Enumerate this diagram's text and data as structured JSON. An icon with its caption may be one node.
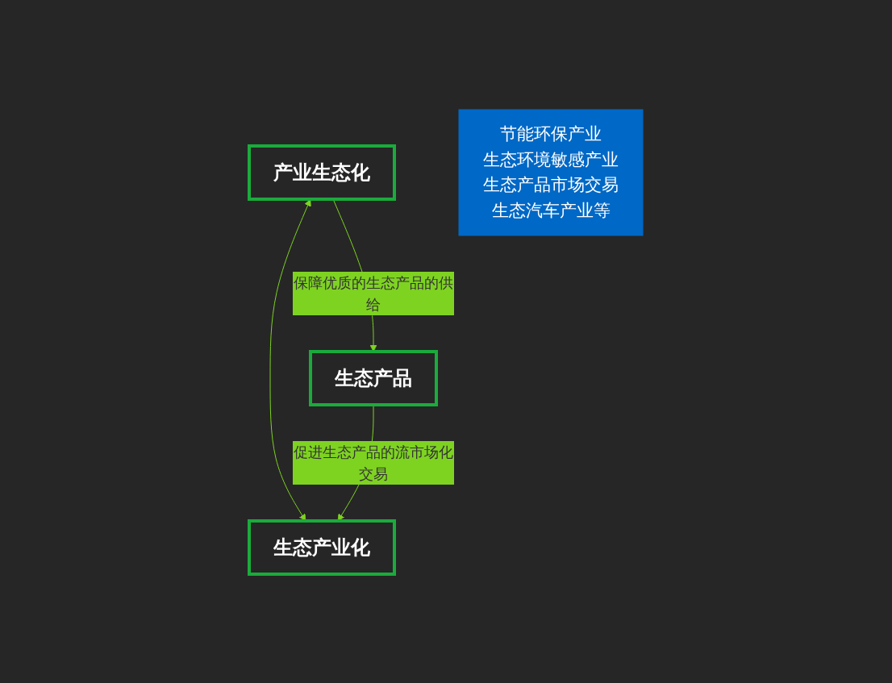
{
  "diagram": {
    "nodes": [
      {
        "text": [
          "产业生态化"
        ]
      },
      {
        "text": [
          "生态产业化"
        ]
      },
      {
        "text": [
          "生态产品"
        ]
      },
      {
        "text": [
          "节能环保产业",
          "生态环境敏感产业",
          "生态产品市场交易",
          "生态汽车产业等"
        ]
      }
    ],
    "edges": [
      {
        "from": 0,
        "to": 1,
        "arrow": "both",
        "color": "#7ed321"
      },
      {
        "from": 0,
        "to": 2,
        "arrow": "to",
        "label": "保障优质的生态产品的供给",
        "color": "#7ed321"
      },
      {
        "from": 2,
        "to": 1,
        "arrow": "to",
        "label": "促进生态产品的流市场化交易",
        "color": "#7ed321"
      }
    ]
  }
}
